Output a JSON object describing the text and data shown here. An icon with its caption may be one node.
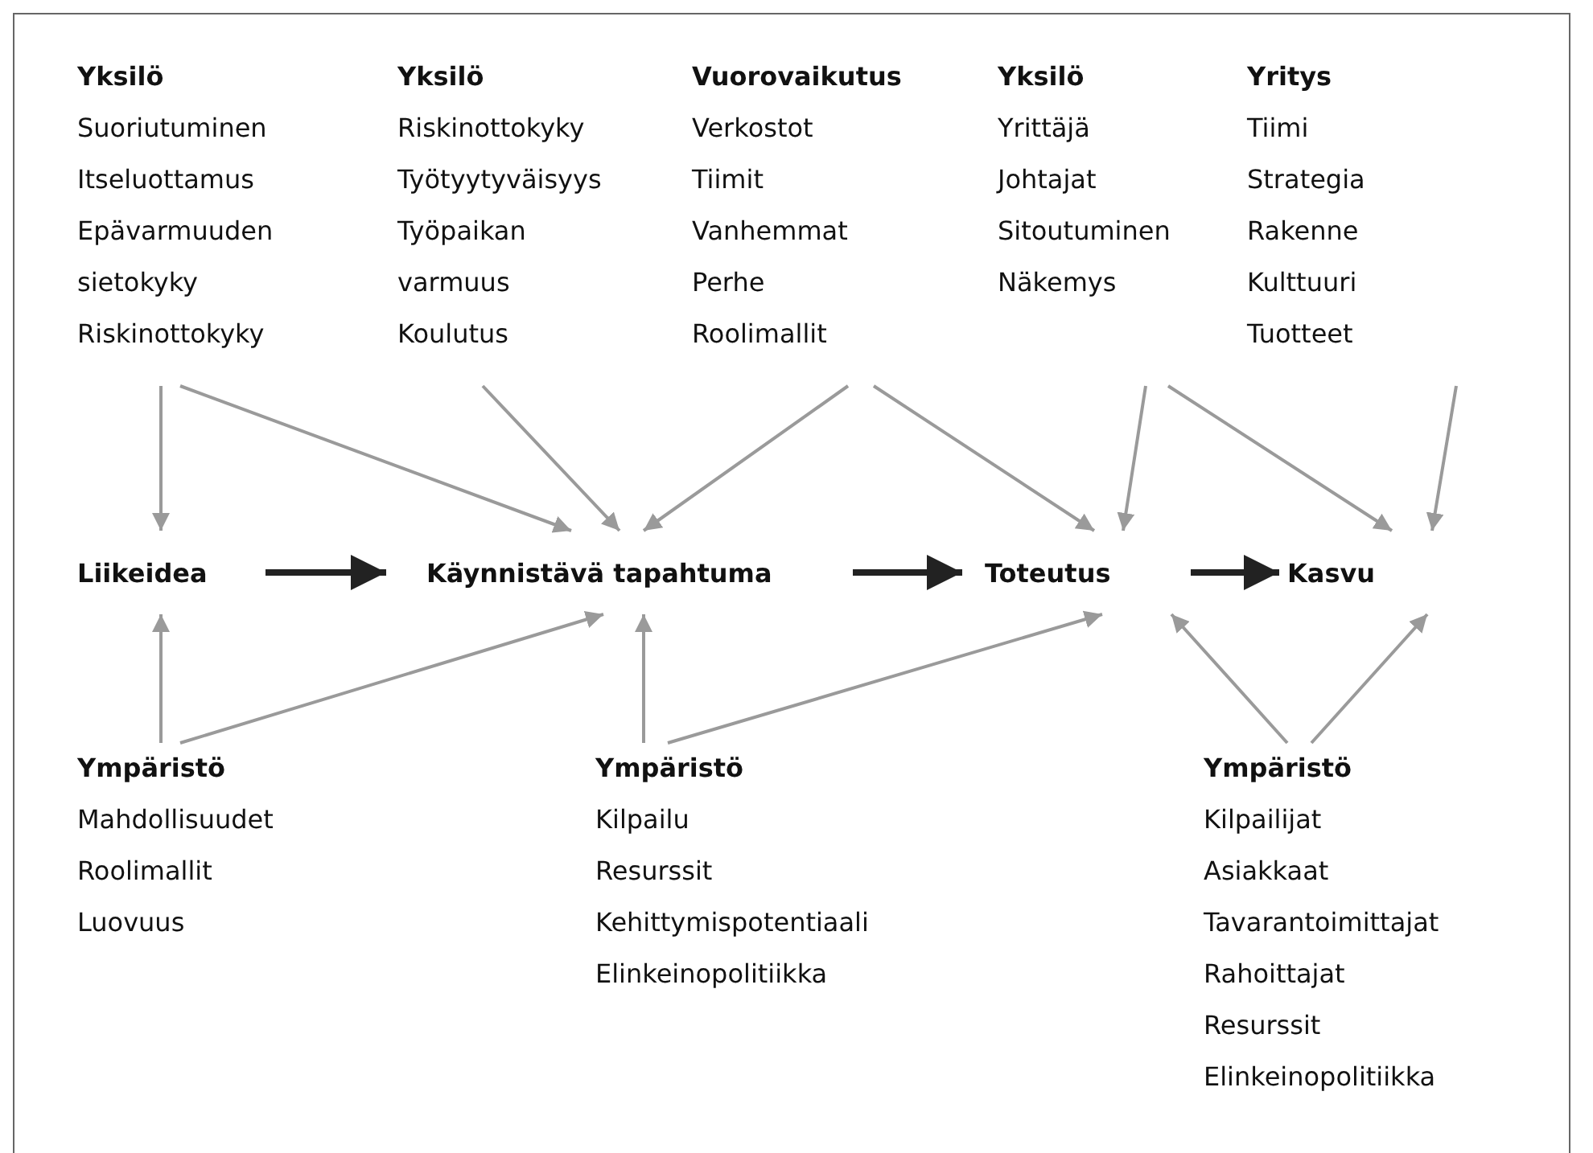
{
  "diagram": {
    "nodes": [
      {
        "text": [
          "Yksilö",
          "Suoriutuminen",
          "Itseluottamus",
          "Epävarmuuden sietokyky",
          "Riskinottokyky"
        ]
      },
      {
        "text": [
          "Yksilö",
          "Riskinottokyky",
          "Työtyytyväisyys",
          "Työpaikan varmuus",
          "Koulutus"
        ]
      },
      {
        "text": [
          "Vuorovaikutus",
          "Verkostot",
          "Tiimit",
          "Vanhemmat",
          "Perhe",
          "Roolimallit"
        ]
      },
      {
        "text": [
          "Yksilö",
          "Yrittäjä",
          "Johtajat",
          "Sitoutuminen",
          "Näkemys"
        ]
      },
      {
        "text": [
          "Yritys",
          "Tiimi",
          "Strategia",
          "Rakenne",
          "Kulttuuri",
          "Tuotteet"
        ]
      },
      {
        "text": [
          "Liikeidea"
        ]
      },
      {
        "text": [
          "Käynnistävä tapahtuma"
        ]
      },
      {
        "text": [
          "Toteutus"
        ]
      },
      {
        "text": [
          "Kasvu"
        ]
      },
      {
        "text": [
          "Ympäristö",
          "Mahdollisuudet",
          "Roolimallit",
          "Luovuus"
        ]
      },
      {
        "text": [
          "Ympäristö",
          "Kilpailu",
          "Resurssit",
          "Kehittymispotentiaali",
          "Elinkeinopolitiikka"
        ]
      },
      {
        "text": [
          "Ympäristö",
          "Kilpailijat",
          "Asiakkaat",
          "Tavarantoimittajat",
          "Rahoittajat",
          "Resurssit",
          "Elinkeinopolitiikka"
        ]
      }
    ],
    "edges": [
      {
        "from": 0,
        "to": 5,
        "arrow": "to"
      },
      {
        "from": 0,
        "to": 6,
        "arrow": "to"
      },
      {
        "from": 1,
        "to": 6,
        "arrow": "to"
      },
      {
        "from": 2,
        "to": 6,
        "arrow": "to"
      },
      {
        "from": 2,
        "to": 7,
        "arrow": "to"
      },
      {
        "from": 3,
        "to": 7,
        "arrow": "to"
      },
      {
        "from": 3,
        "to": 8,
        "arrow": "to"
      },
      {
        "from": 4,
        "to": 8,
        "arrow": "to"
      },
      {
        "from": 9,
        "to": 5,
        "arrow": "to"
      },
      {
        "from": 9,
        "to": 6,
        "arrow": "to"
      },
      {
        "from": 10,
        "to": 6,
        "arrow": "to"
      },
      {
        "from": 10,
        "to": 7,
        "arrow": "to"
      },
      {
        "from": 11,
        "to": 7,
        "arrow": "to"
      },
      {
        "from": 11,
        "to": 8,
        "arrow": "to"
      },
      {
        "from": 5,
        "to": 6,
        "arrow": "to",
        "style": "thick",
        "color": "#222222"
      },
      {
        "from": 6,
        "to": 7,
        "arrow": "to",
        "style": "thick",
        "color": "#222222"
      },
      {
        "from": 7,
        "to": 8,
        "arrow": "to",
        "style": "thick",
        "color": "#222222"
      }
    ]
  }
}
